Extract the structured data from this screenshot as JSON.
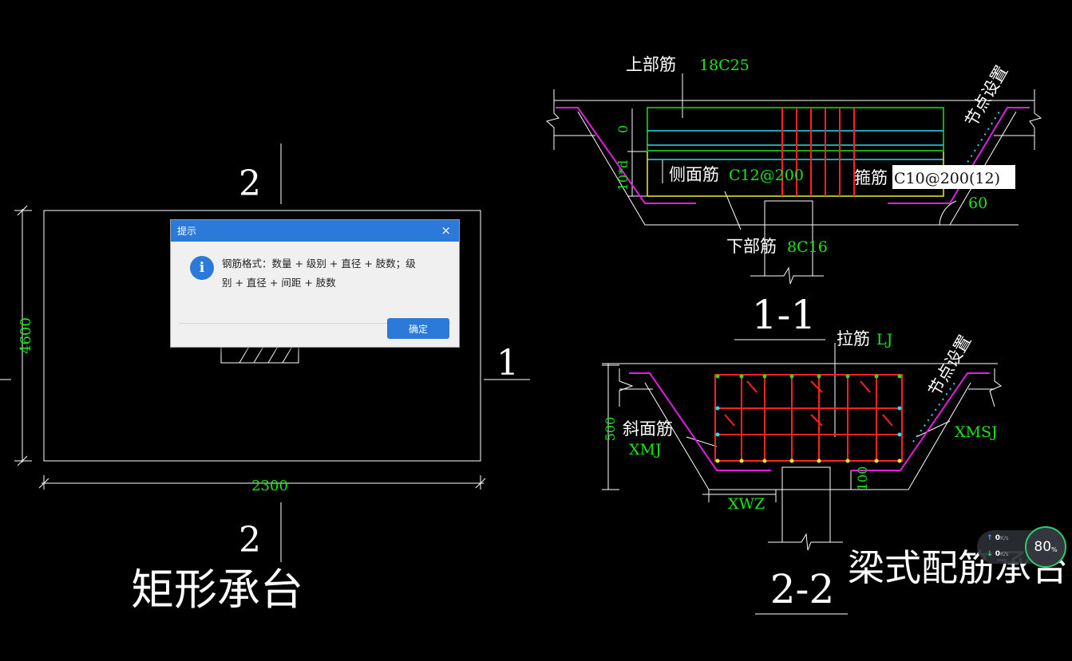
{
  "drawing": {
    "left_title": "矩形承台",
    "right_title": "梁式配筋承台",
    "section_label_2": "2",
    "section_label_1": "1",
    "dim_height": "4600",
    "dim_width": "2300",
    "section11": {
      "label": "1-1",
      "top_bar_label": "上部筋",
      "top_bar_value": "18C25",
      "side_bar_label": "侧面筋",
      "side_bar_value": "C12@200",
      "stirrup_label": "箍筋",
      "stirrup_value": "C10@200(12)",
      "bottom_bar_label": "下部筋",
      "bottom_bar_value": "8C16",
      "node_setting": "节点设置",
      "angle": "60",
      "dim_zero": "0",
      "dim_10d": "10*d"
    },
    "section22": {
      "label": "2-2",
      "tie_bar_label": "拉筋",
      "tie_bar_value": "LJ",
      "slope_bar_label": "斜面筋",
      "slope_bar_value": "XMJ",
      "slope_side_value": "XMSJ",
      "bottom_value": "XWZ",
      "dim_500": "500",
      "dim_100": "100",
      "node_setting": "节点设置"
    }
  },
  "dialog": {
    "title": "提示",
    "close_glyph": "×",
    "icon_glyph": "i",
    "message_line1": "钢筋格式：数量 + 级别 + 直径 + 肢数；级",
    "message_line2": "别 + 直径 + 间距 + 肢数",
    "ok_label": "确定"
  },
  "network_widget": {
    "upload": "0",
    "upload_unit": "K/s",
    "download": "0",
    "download_unit": "K/s",
    "percent": "80",
    "percent_unit": "%"
  },
  "colors": {
    "background": "#000000",
    "green_text": "#19e619",
    "magenta": "#e01ee0",
    "red": "#ff2020",
    "cyan": "#20e0f0",
    "yellow": "#f0f020",
    "dialog_accent": "#2b79d8"
  }
}
